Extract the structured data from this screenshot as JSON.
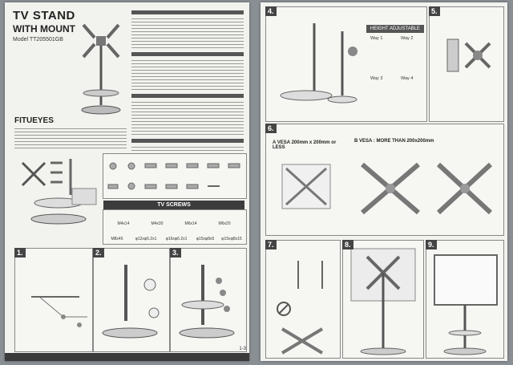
{
  "left_page": {
    "title_line1": "TV STAND",
    "title_line2": "WITH MOUNT",
    "model": "Model TT205501GB",
    "brand": "FITUEYES",
    "screws_header": "TV SCREWS",
    "screws": [
      "M4x14",
      "M4x30",
      "M6x14",
      "M6x20",
      "M8x45",
      "φ12xφ5.2x1",
      "φ16xφ6.2x1",
      "φ15xφ8x5",
      "φ15xφ8x15"
    ],
    "page_number": "1-3",
    "steps": [
      "1.",
      "2.",
      "3."
    ]
  },
  "right_page": {
    "steps": [
      "4.",
      "5.",
      "6.",
      "7.",
      "8.",
      "9."
    ],
    "height_label": "HEIGHT ADJUSTABLE",
    "ways": [
      "Way 1",
      "Way 2",
      "Way 3",
      "Way 4"
    ],
    "vesa_a": "VESA 200mm x 200mm or LESS",
    "vesa_b": "VESA : MORE THAN 200x200mm",
    "letter_a": "A",
    "letter_b": "B"
  },
  "colors": {
    "paper": "#f2f2ef",
    "dark": "#3a3a3a",
    "background": "#8a8f94"
  }
}
